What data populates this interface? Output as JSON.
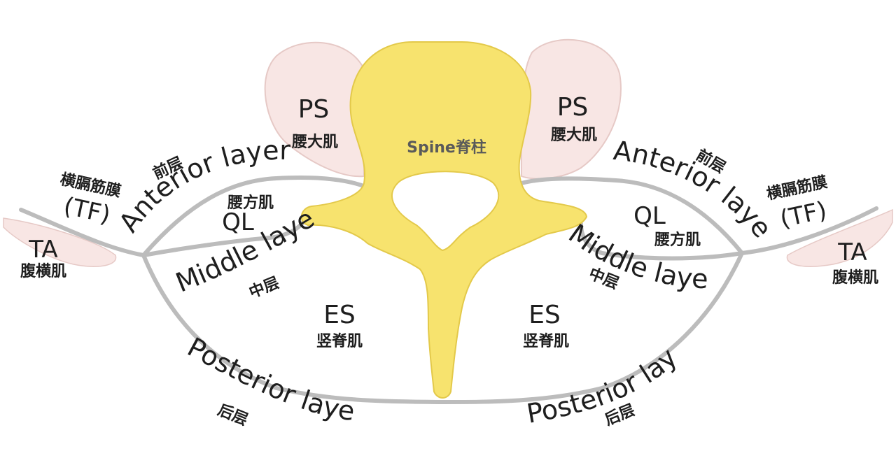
{
  "diagram": {
    "spine_label": "Spine脊柱",
    "left": {
      "ps": "PS",
      "ps_cn": "腰大肌",
      "ql": "QL",
      "ql_cn": "腰方肌",
      "es": "ES",
      "es_cn": "竖脊肌",
      "ta": "TA",
      "ta_cn": "腹横肌",
      "tf_cn": "横膈筋膜",
      "tf": "(TF)",
      "anterior": "Anterior layer",
      "anterior_cn": "前层",
      "middle": "Middle layer",
      "middle_cn": "中层",
      "posterior": "Posterior layer",
      "posterior_cn": "后层"
    },
    "right": {
      "ps": "PS",
      "ps_cn": "腰大肌",
      "ql": "QL",
      "ql_cn": "腰方肌",
      "es": "ES",
      "es_cn": "竖脊肌",
      "ta": "TA",
      "ta_cn": "腹横肌",
      "tf_cn": "横膈筋膜",
      "tf": "(TF)",
      "anterior": "Anterior layer",
      "anterior_cn": "前层",
      "middle": "Middle layer",
      "middle_cn": "中层",
      "posterior": "Posterior layer",
      "posterior_cn": "后层"
    },
    "colors": {
      "bone": "#f7e36e",
      "bone_outline": "#e3c94a",
      "muscle_fill": "#f8e6e4",
      "muscle_outline": "#e6c9c6",
      "fascia": "#bcbcbc",
      "text": "#1e1e1e"
    }
  }
}
